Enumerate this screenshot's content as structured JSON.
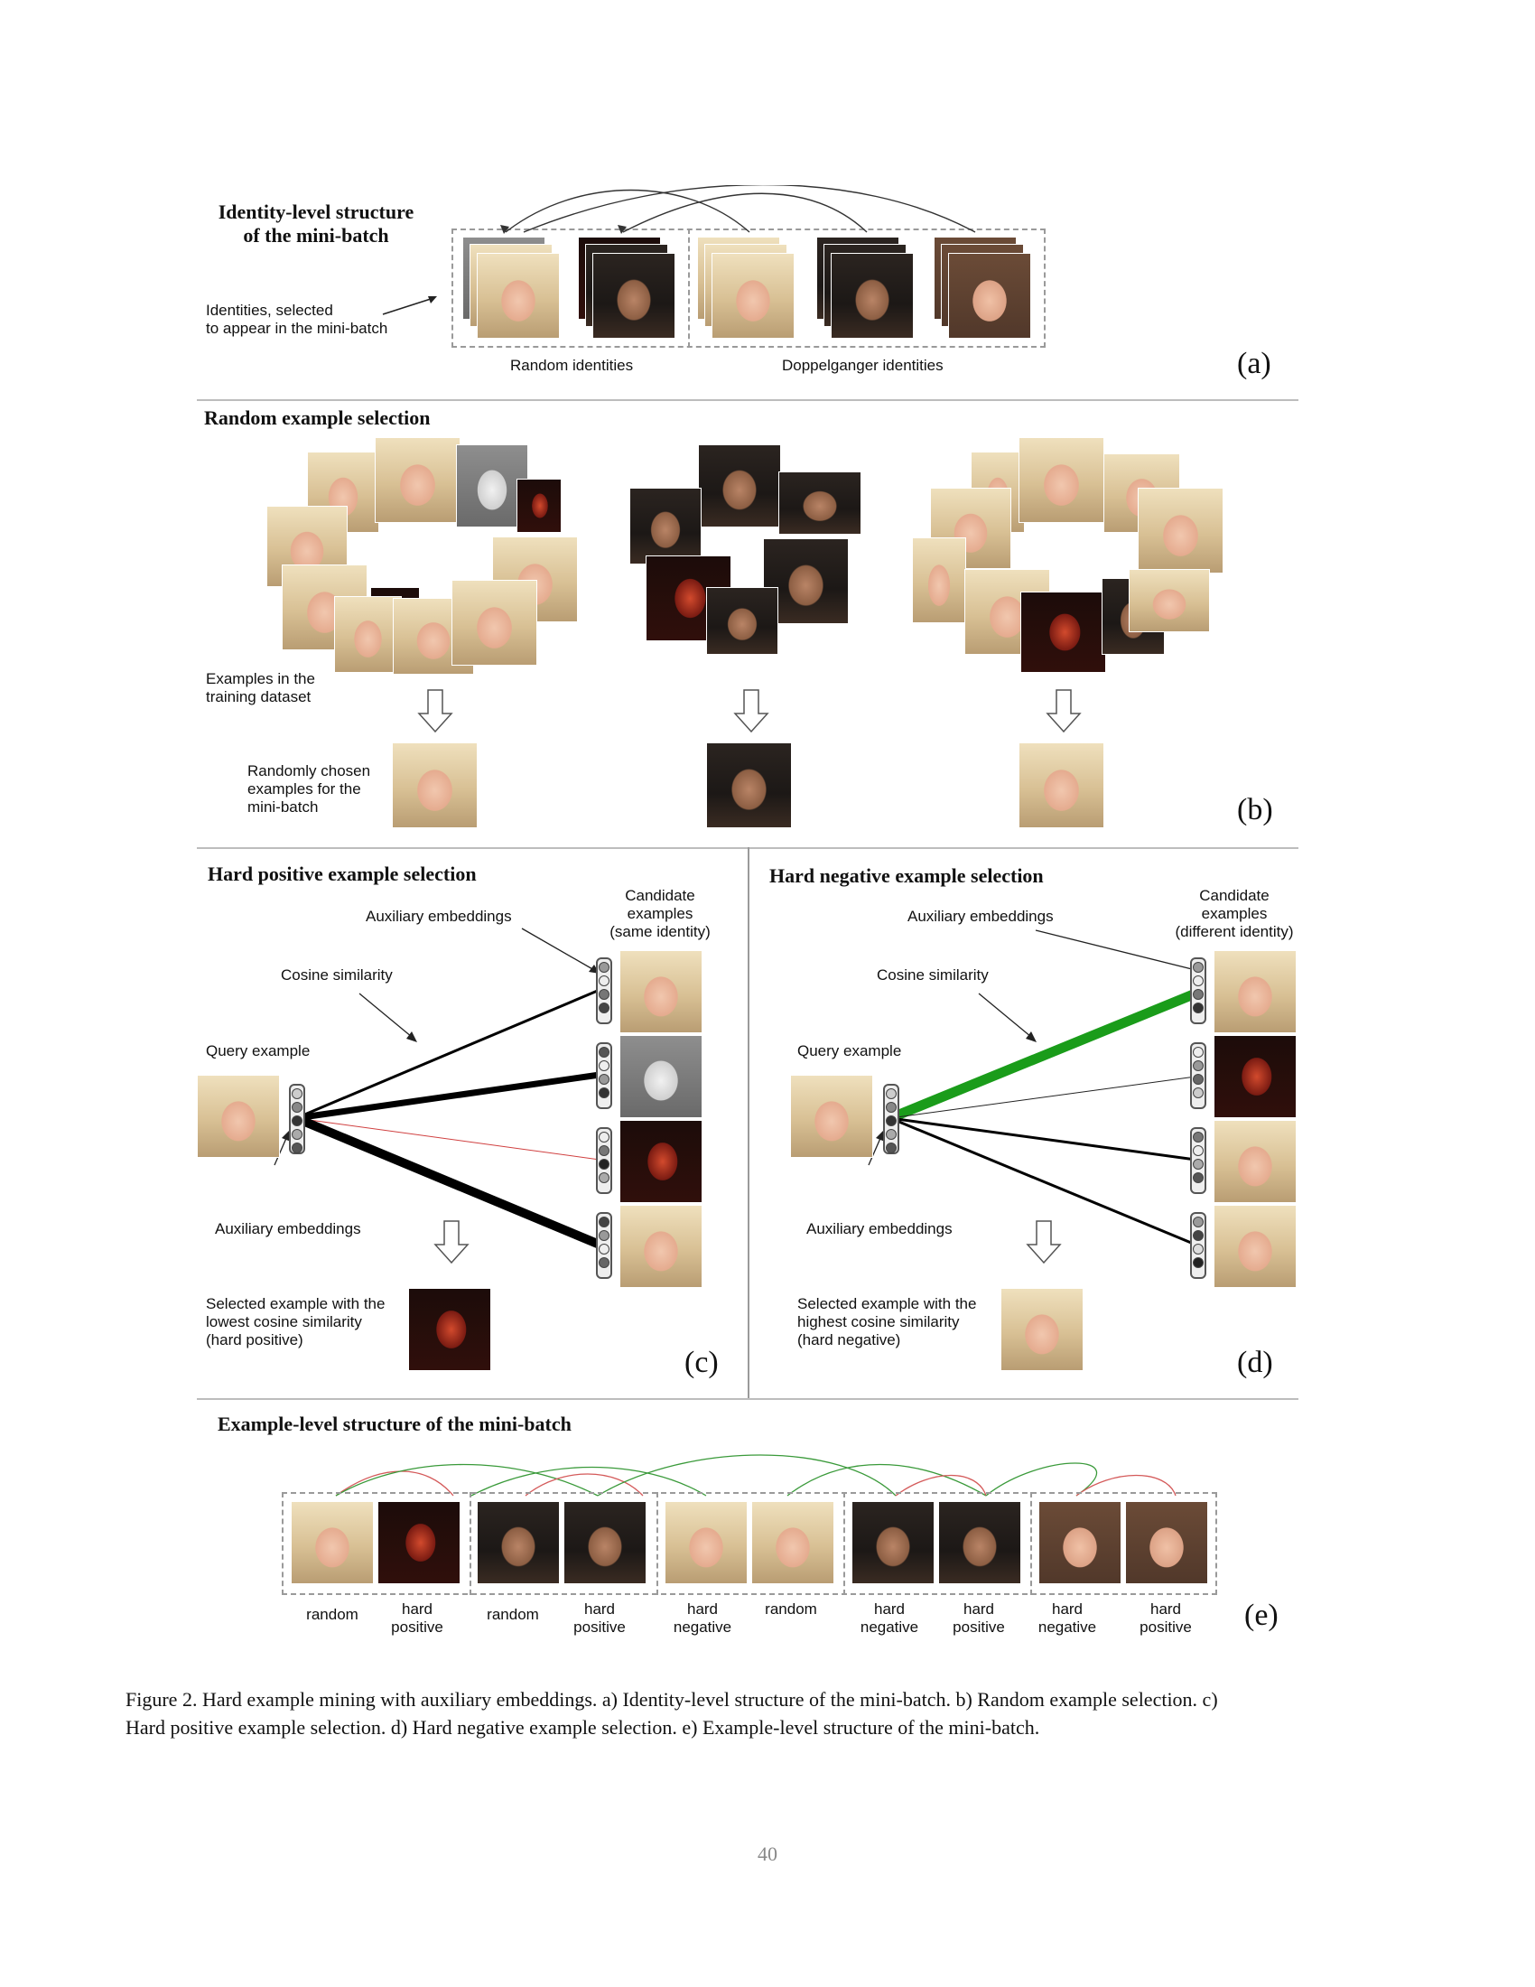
{
  "panel_a": {
    "title": "Identity-level structure\nof the mini-batch",
    "note": "Identities, selected\nto appear in the mini-batch",
    "label_random": "Random identities",
    "label_doppel": "Doppelganger identities",
    "letter": "(a)"
  },
  "panel_b": {
    "title": "Random example selection",
    "examples_label": "Examples in the\ntraining dataset",
    "chosen_label": "Randomly chosen\nexamples for the\nmini-batch",
    "letter": "(b)"
  },
  "panel_c": {
    "title": "Hard positive example selection",
    "aux_top": "Auxiliary embeddings",
    "candidates": "Candidate\nexamples\n(same identity)",
    "cosine": "Cosine similarity",
    "query": "Query example",
    "aux_bottom": "Auxiliary embeddings",
    "selected": "Selected example with the\nlowest cosine similarity\n(hard positive)",
    "letter": "(c)"
  },
  "panel_d": {
    "title": "Hard negative example selection",
    "aux_top": "Auxiliary embeddings",
    "candidates": "Candidate\nexamples\n(different identity)",
    "cosine": "Cosine similarity",
    "query": "Query example",
    "aux_bottom": "Auxiliary embeddings",
    "selected": "Selected example with the\nhighest cosine similarity\n(hard negative)",
    "letter": "(d)",
    "highlight_color": "#1a9c1a"
  },
  "panel_e": {
    "title": "Example-level structure of the mini-batch",
    "labels": [
      "random",
      "hard\npositive",
      "random",
      "hard\npositive",
      "hard\nnegative",
      "random",
      "hard\nnegative",
      "hard\npositive",
      "hard\nnegative",
      "hard\npositive"
    ],
    "letter": "(e)",
    "arc_colors": {
      "positive": "#d45a5a",
      "negative": "#3a9a3a"
    }
  },
  "caption": "Figure 2. Hard example mining with auxiliary embeddings. a) Identity-level structure of the mini-batch. b) Random example selection. c)\nHard positive example selection. d) Hard negative example selection. e) Example-level structure of the mini-batch.",
  "page_number": "40"
}
